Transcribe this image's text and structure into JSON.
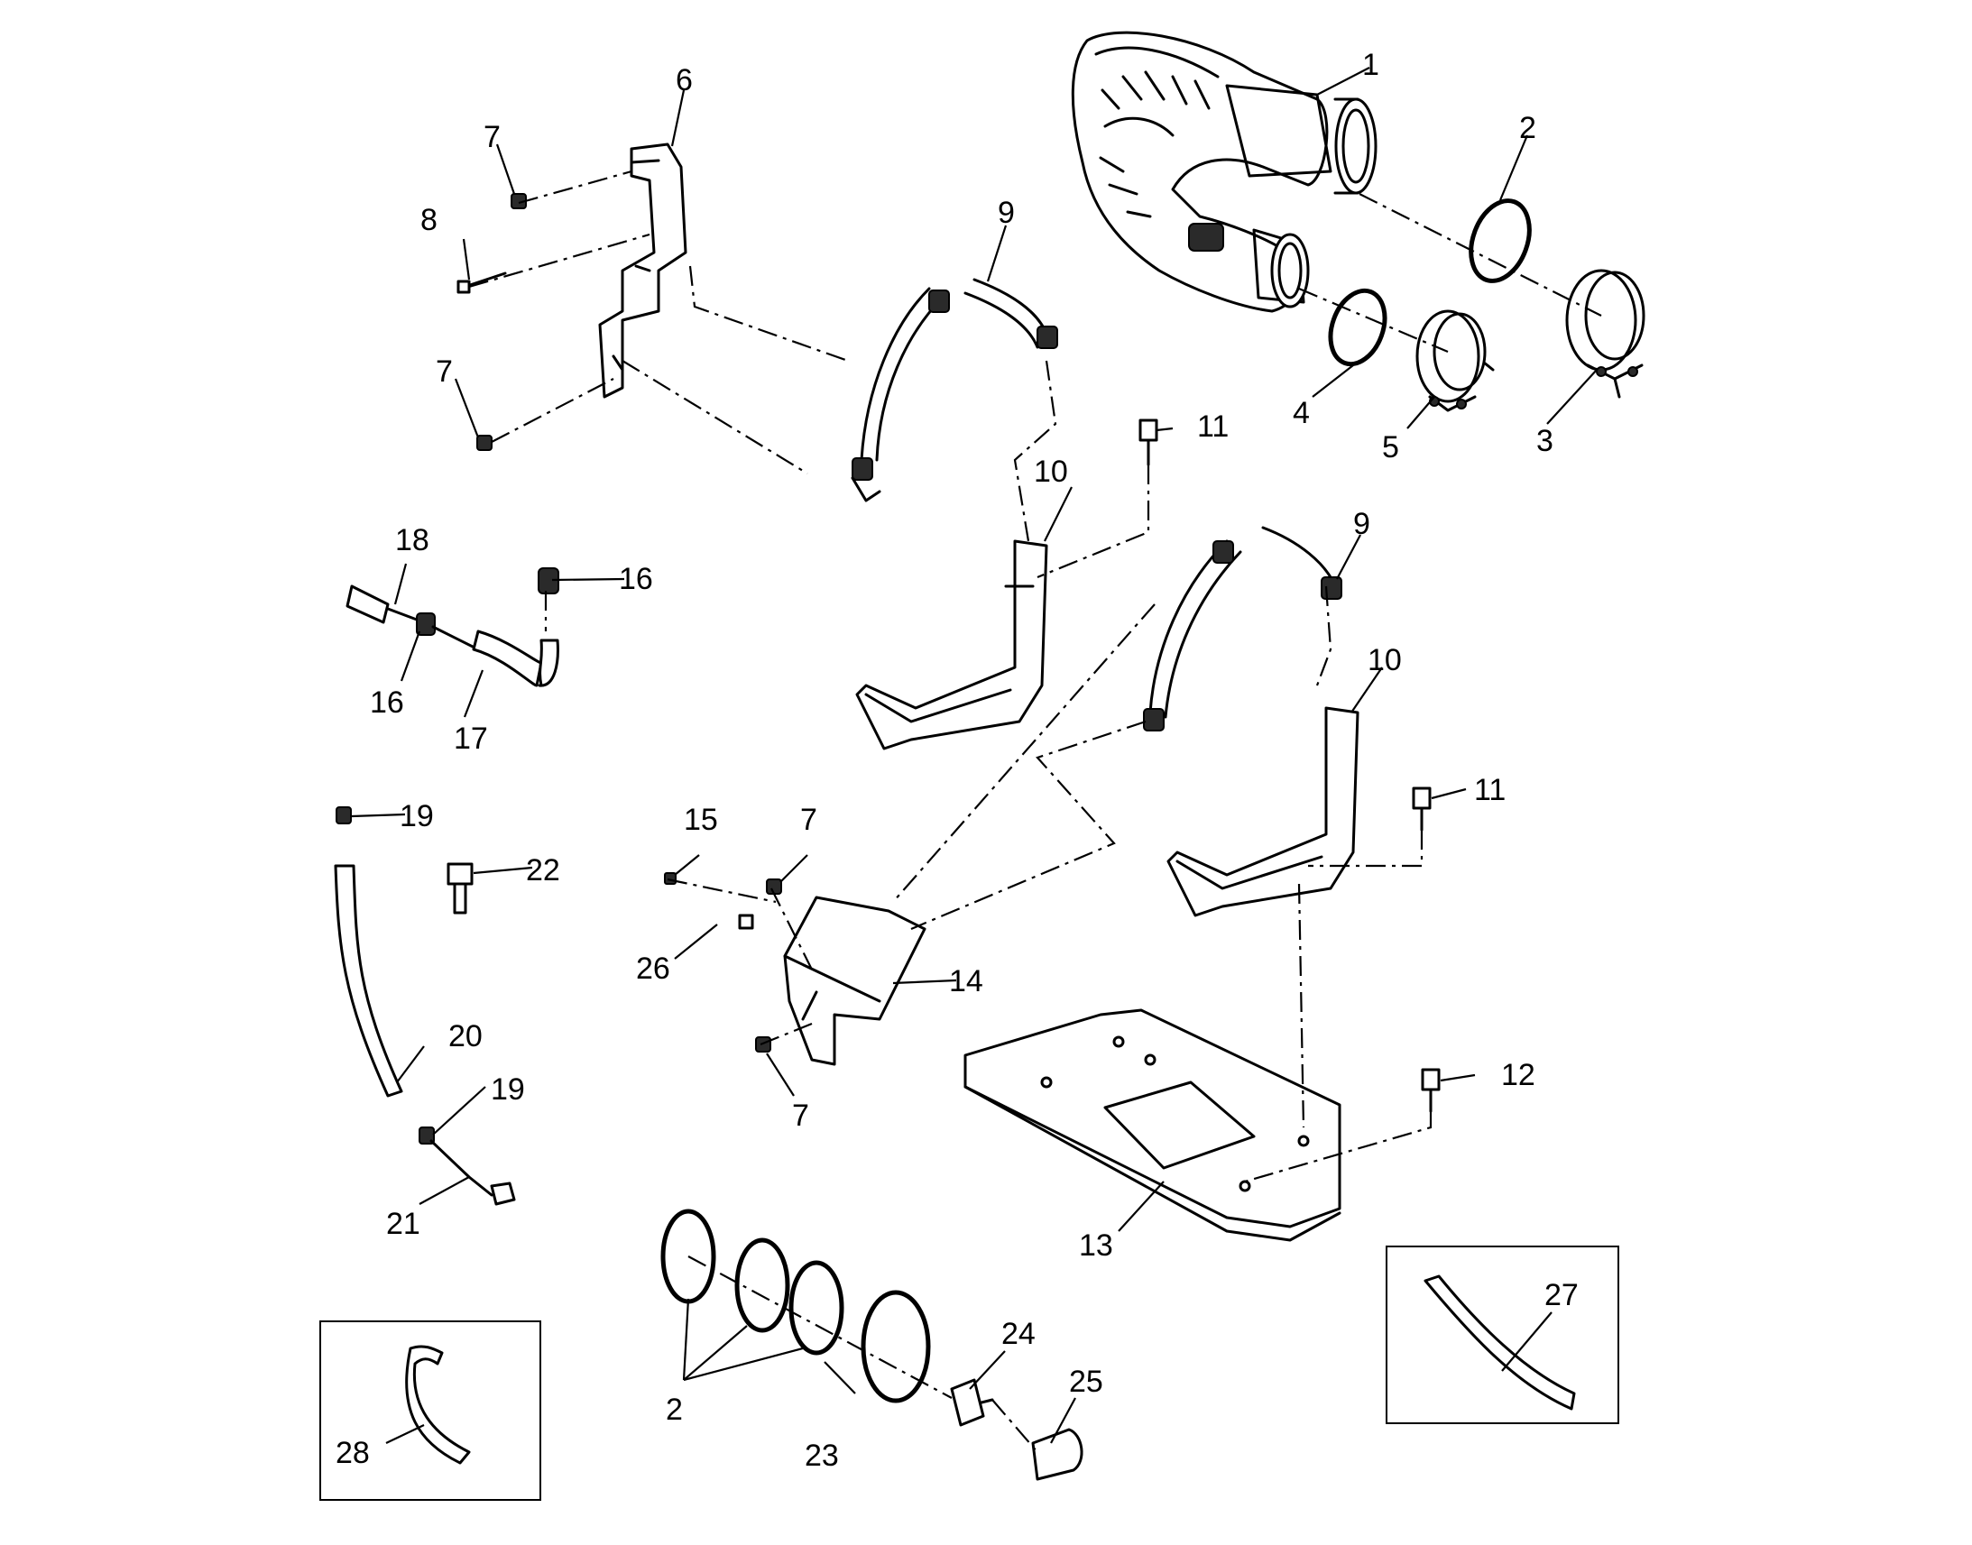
{
  "callouts": {
    "c1": "1",
    "c2a": "2",
    "c3": "3",
    "c4": "4",
    "c5": "5",
    "c6": "6",
    "c7a": "7",
    "c7b": "7",
    "c7c": "7",
    "c7d": "7",
    "c8": "8",
    "c9a": "9",
    "c9b": "9",
    "c10a": "10",
    "c10b": "10",
    "c11a": "11",
    "c11b": "11",
    "c12": "12",
    "c13": "13",
    "c14": "14",
    "c15": "15",
    "c16a": "16",
    "c16b": "16",
    "c17": "17",
    "c18": "18",
    "c19a": "19",
    "c19b": "19",
    "c20": "20",
    "c21": "21",
    "c22": "22",
    "c23": "23",
    "c24": "24",
    "c25": "25",
    "c26": "26",
    "c27": "27",
    "c28": "28",
    "c2b": "2"
  },
  "icons": [
    "air-duct-icon",
    "clamp-ring-icon",
    "band-clamp-icon",
    "bracket-icon",
    "bolt-icon",
    "nut-icon",
    "support-saddle-icon",
    "hose-icon",
    "mounting-plate-icon",
    "o-ring-icon",
    "sensor-icon",
    "cap-icon"
  ]
}
